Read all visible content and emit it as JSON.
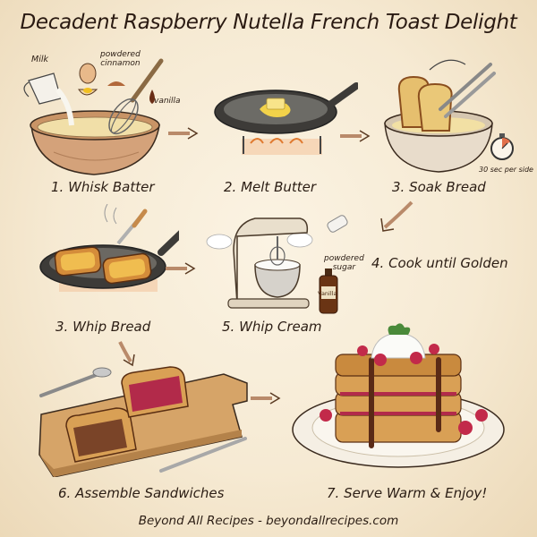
{
  "title": "Decadent Raspberry Nutella French Toast Delight",
  "steps": [
    {
      "number": "1.",
      "label": "1. Whisk Batter",
      "annotations": [
        "Milk",
        "powdered cinnamon",
        "vanilla"
      ]
    },
    {
      "number": "2.",
      "label": "2. Melt Butter"
    },
    {
      "number": "3.",
      "label": "3. Soak Bread",
      "annotations": [
        "30 sec per side"
      ]
    },
    {
      "number": "4.",
      "label": "4. Cook until Golden"
    },
    {
      "number": "3.",
      "label": "3. Whip Bread"
    },
    {
      "number": "5.",
      "label": "5. Whip Cream",
      "annotations": [
        "powdered sugar",
        "Vanilla"
      ]
    },
    {
      "number": "6.",
      "label": "6. Assemble Sandwiches"
    },
    {
      "number": "7.",
      "label": "7. Serve Warm & Enjoy!"
    }
  ],
  "annotations": {
    "milk": "Milk",
    "cinnamon_line1": "powdered",
    "cinnamon_line2": "cinnamon",
    "vanilla": "vanilla",
    "timer": "30 sec per side",
    "sugar_line1": "powdered",
    "sugar_line2": "sugar",
    "vanilla_bottle": "Vanilla"
  },
  "footer": "Beyond All Recipes - beyondallrecipes.com",
  "colors": {
    "background": "#f6ead3",
    "ink": "#2b1d14",
    "arrow": "#b98a6a",
    "bread": "#d9a055",
    "nutella": "#6b3d24",
    "raspberry": "#b22a4a",
    "pan": "#3d3b38",
    "bowl": "#d8a878"
  }
}
